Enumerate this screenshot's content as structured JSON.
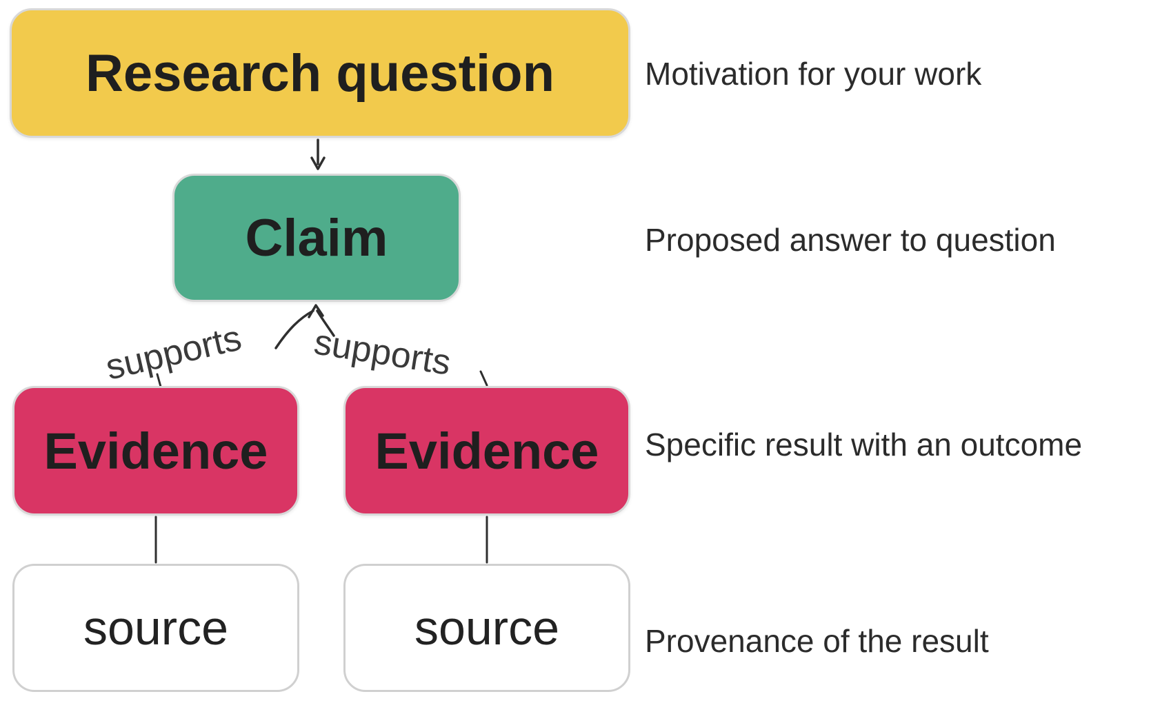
{
  "colors": {
    "research_question_fill": "#f2ca4c",
    "claim_fill": "#4fac8b",
    "evidence_fill": "#d93564",
    "source_fill": "#ffffff",
    "box_border": "#d8d8d8",
    "node_text": "#1f1f1f",
    "annotation_text": "#2b2b2b",
    "arrow_stroke": "#2f2f2f",
    "background": "#ffffff"
  },
  "nodes": {
    "research_question": {
      "label": "Research question"
    },
    "claim": {
      "label": "Claim"
    },
    "evidence_left": {
      "label": "Evidence"
    },
    "evidence_right": {
      "label": "Evidence"
    },
    "source_left": {
      "label": "source"
    },
    "source_right": {
      "label": "source"
    }
  },
  "edge_labels": {
    "supports_left": "supports",
    "supports_right": "supports"
  },
  "annotations": {
    "research_question": "Motivation for your work",
    "claim": "Proposed answer to question",
    "evidence": "Specific result with an outcome",
    "source": "Provenance of the result"
  }
}
